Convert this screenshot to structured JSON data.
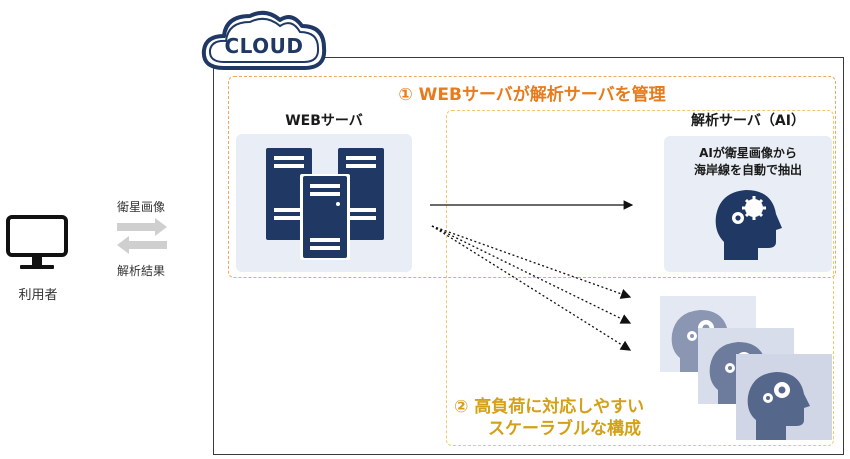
{
  "user": {
    "label": "利用者"
  },
  "exchange": {
    "request_label": "衛星画像",
    "response_label": "解析結果"
  },
  "cloud": {
    "label": "CLOUD"
  },
  "regions": {
    "management": {
      "title": "① WEBサーバが解析サーバを管理"
    },
    "scalable": {
      "title_line1": "② 高負荷に対応しやすい",
      "title_line2": "スケーラブルな構成"
    }
  },
  "web_server": {
    "label": "WEBサーバ",
    "icon": "server-rack-icon"
  },
  "ai_server": {
    "label": "解析サーバ（AI）",
    "desc_line1": "AIが衛星画像から",
    "desc_line2": "海岸線を自動で抽出",
    "icon": "ai-head-gears-icon"
  },
  "colors": {
    "navy": "#1f3864",
    "orange": "#e87b1c",
    "gold": "#d4a017",
    "panel": "#e9edf6"
  }
}
